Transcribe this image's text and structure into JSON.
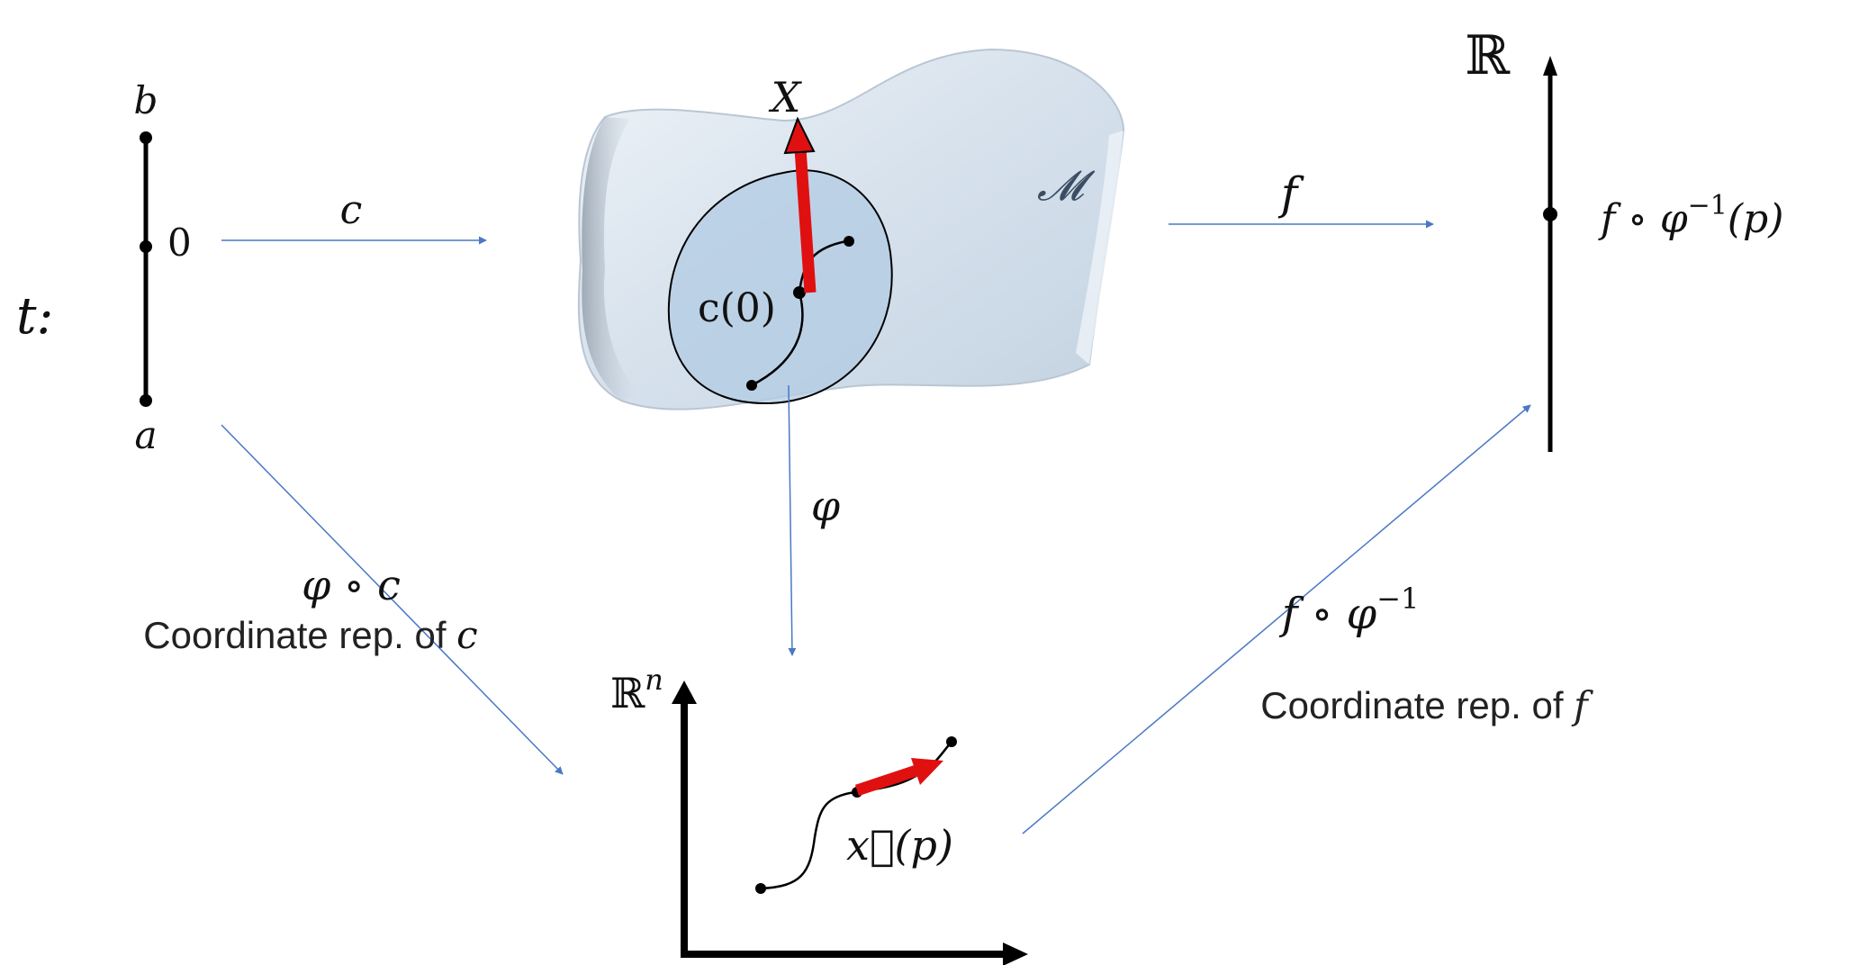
{
  "labels": {
    "t": "t:",
    "a": "a",
    "b": "b",
    "zero": "0",
    "c": "c",
    "f": "f",
    "X": "X",
    "M": "𝓜",
    "c0": "c(0)",
    "phi": "φ",
    "R": "ℝ",
    "Rn_base": "ℝ",
    "Rn_sup": "n",
    "f_phi_inv_p": "f ∘ φ",
    "f_phi_inv_p_sup": "−1",
    "f_phi_inv_p_arg": "(p)",
    "phi_c": "φ ∘ c",
    "coord_c_text": "Coordinate rep. of ",
    "coord_c_var": "c",
    "f_phi_inv": "f ∘ φ",
    "f_phi_inv_sup": "−1",
    "coord_f_text": "Coordinate rep. of ",
    "coord_f_var": "f",
    "xp": "x⃗(p)"
  },
  "colors": {
    "connector_arrow": "#4a78c4",
    "tangent_vector": "#e01010",
    "manifold_fill": "#d5e0ec",
    "chart_region": "#b2cbe3",
    "axis": "#000000"
  }
}
